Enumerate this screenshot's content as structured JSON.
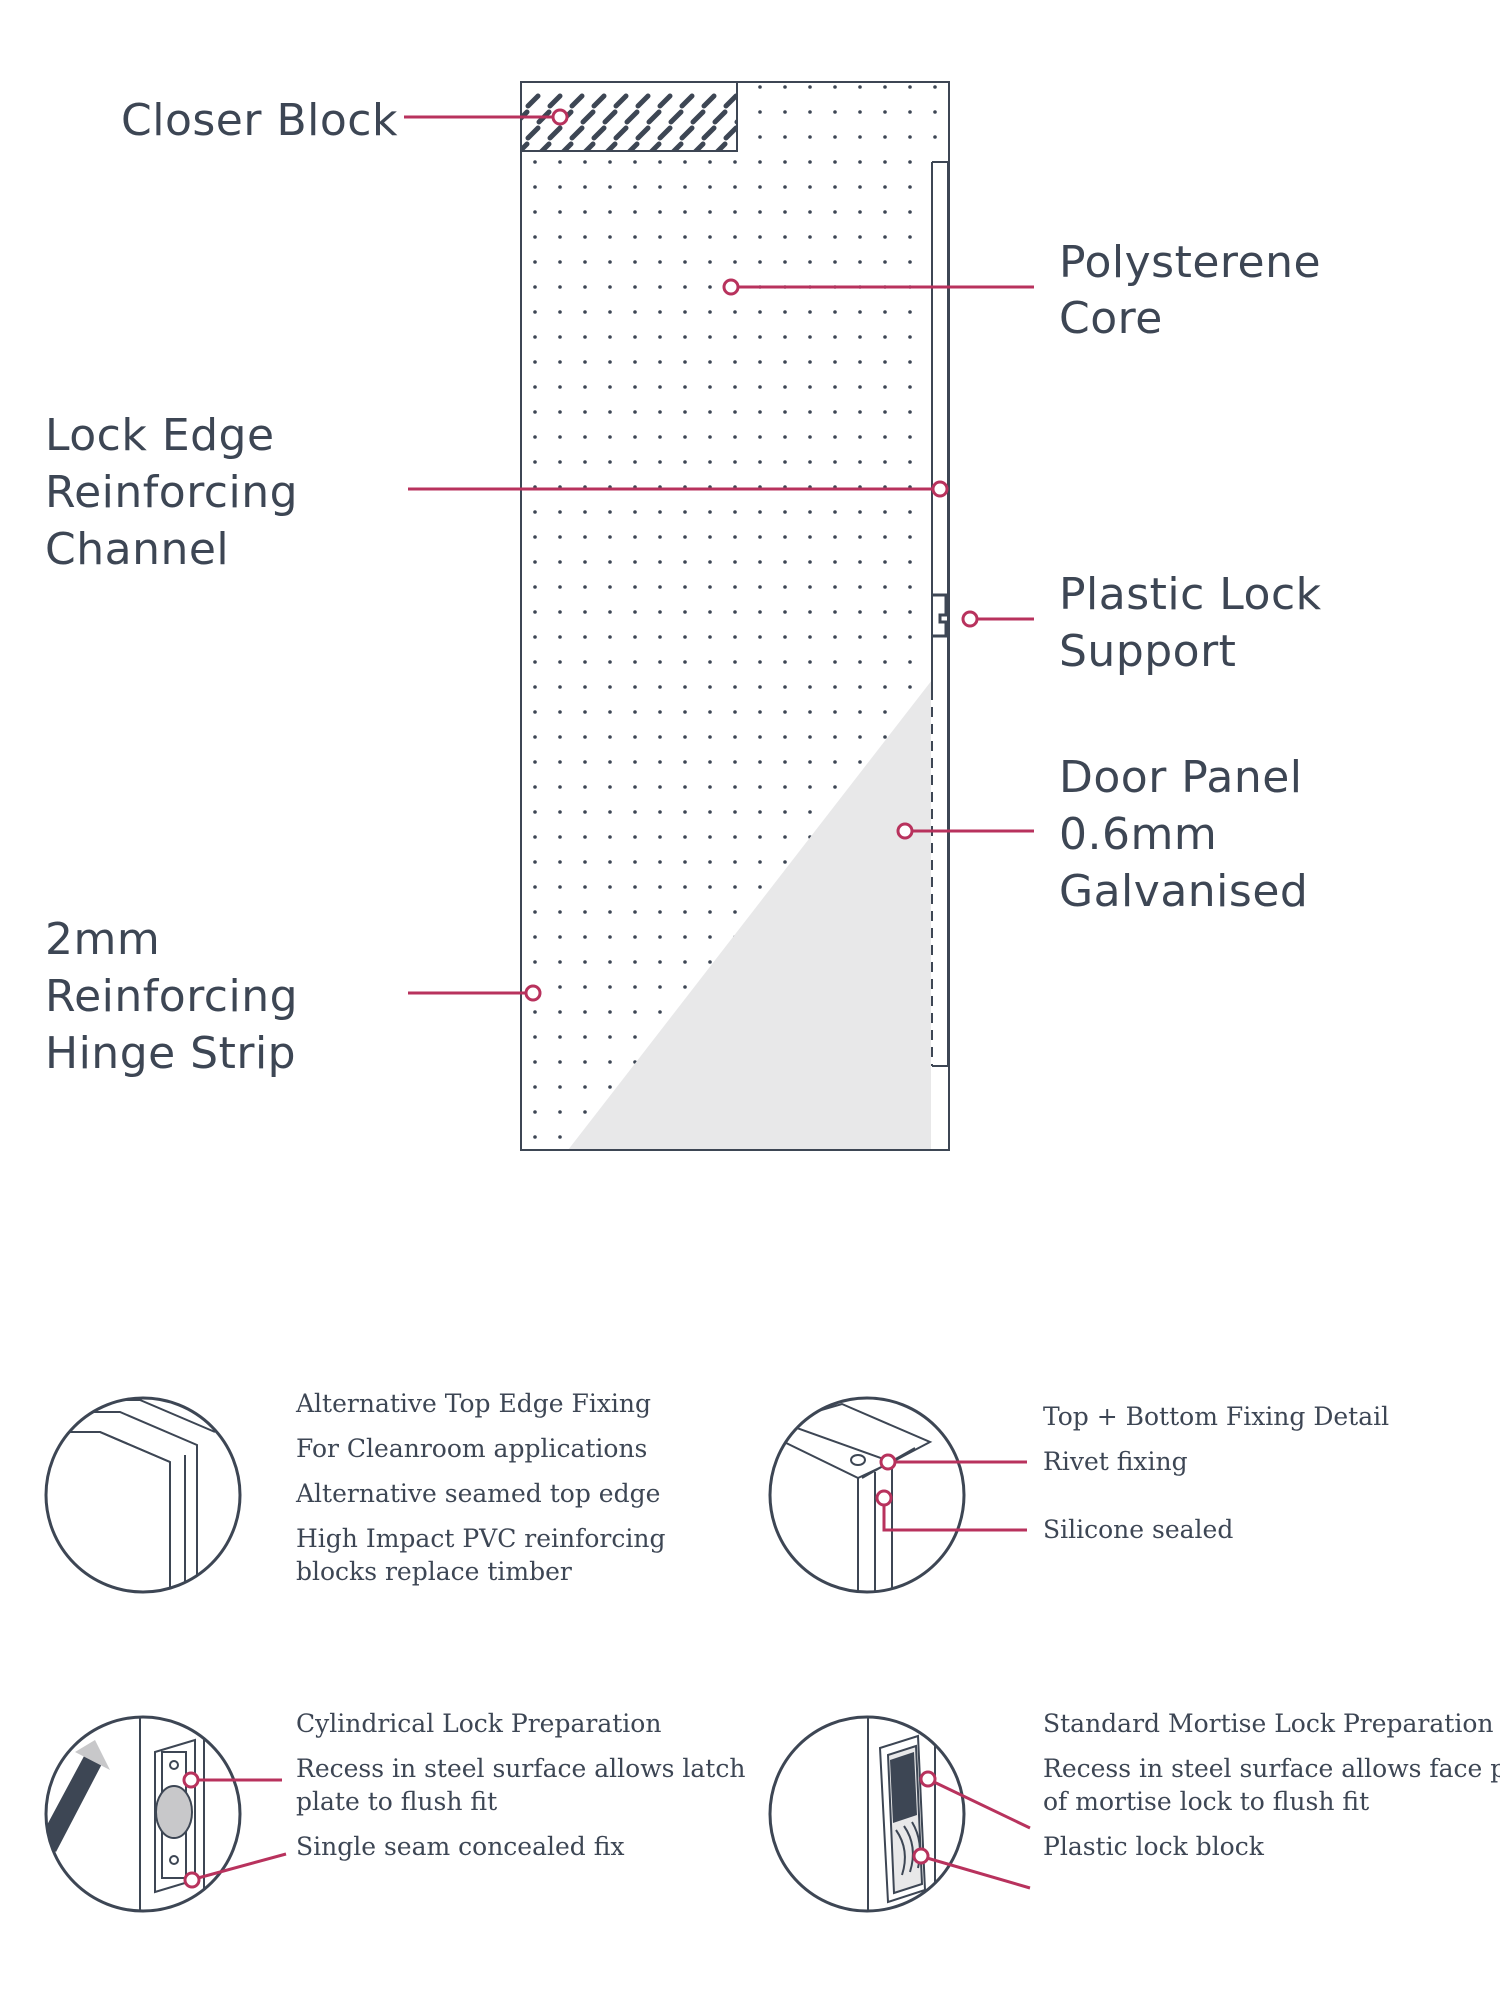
{
  "main_diagram": {
    "labels": {
      "closer_block": "Closer Block",
      "polystyrene_core": [
        "Polysterene",
        "Core"
      ],
      "lock_edge_channel": [
        "Lock Edge",
        "Reinforcing",
        "Channel"
      ],
      "plastic_lock_support": [
        "Plastic Lock",
        "Support"
      ],
      "door_panel": [
        "Door Panel",
        "0.6mm",
        "Galvanised"
      ],
      "hinge_strip": [
        "2mm",
        "Reinforcing",
        "Hinge Strip"
      ]
    }
  },
  "details": {
    "top_edge": {
      "lines": [
        "Alternative Top Edge Fixing",
        "For Cleanroom applications",
        "Alternative seamed top edge",
        "High Impact PVC reinforcing",
        "blocks replace timber"
      ]
    },
    "fixing": {
      "title": "Top + Bottom Fixing Detail",
      "callouts": [
        "Rivet fixing",
        "Silicone sealed"
      ]
    },
    "cylindrical": {
      "title": "Cylindrical Lock Preparation",
      "callouts": [
        "Recess in steel surface allows latch",
        "plate to flush fit",
        "Single seam concealed fix"
      ]
    },
    "mortise": {
      "title": "Standard Mortise Lock Preparation",
      "callouts": [
        "Recess in steel surface allows face plate",
        "of mortise lock to flush fit",
        "Plastic lock block"
      ]
    }
  },
  "colors": {
    "ink": "#3d4654",
    "accent": "#b8325d",
    "shade": "#e8e8e9"
  }
}
